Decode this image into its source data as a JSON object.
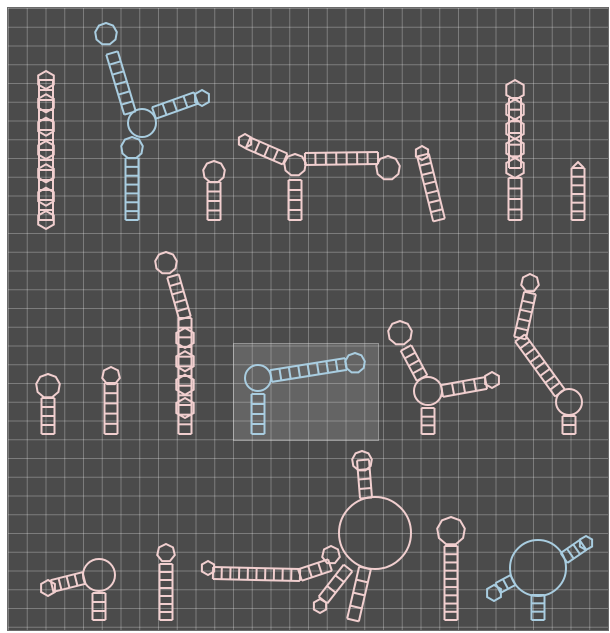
{
  "canvas": {
    "colors": {
      "background": "#4b4b4b",
      "grid": "#8a8a8a",
      "structure_default": "#f1cfcf",
      "structure_highlight": "#a9cde0",
      "selection": "#d0d0d0"
    }
  },
  "structures": [
    {
      "id": "rna-1",
      "color": "structure_default",
      "selected": false
    },
    {
      "id": "rna-2",
      "color": "structure_highlight",
      "selected": false
    },
    {
      "id": "rna-3",
      "color": "structure_default",
      "selected": false
    },
    {
      "id": "rna-4",
      "color": "structure_default",
      "selected": false
    },
    {
      "id": "rna-5",
      "color": "structure_default",
      "selected": false
    },
    {
      "id": "rna-6",
      "color": "structure_default",
      "selected": false
    },
    {
      "id": "rna-7",
      "color": "structure_default",
      "selected": false
    },
    {
      "id": "rna-8",
      "color": "structure_default",
      "selected": false
    },
    {
      "id": "rna-9",
      "color": "structure_default",
      "selected": false
    },
    {
      "id": "rna-10",
      "color": "structure_default",
      "selected": false
    },
    {
      "id": "rna-11",
      "color": "structure_highlight",
      "selected": true
    },
    {
      "id": "rna-12",
      "color": "structure_default",
      "selected": false
    },
    {
      "id": "rna-13",
      "color": "structure_default",
      "selected": false
    },
    {
      "id": "rna-14",
      "color": "structure_default",
      "selected": false
    },
    {
      "id": "rna-15",
      "color": "structure_default",
      "selected": false
    },
    {
      "id": "rna-16",
      "color": "structure_default",
      "selected": false
    },
    {
      "id": "rna-17",
      "color": "structure_default",
      "selected": false
    },
    {
      "id": "rna-18",
      "color": "structure_highlight",
      "selected": false
    }
  ]
}
